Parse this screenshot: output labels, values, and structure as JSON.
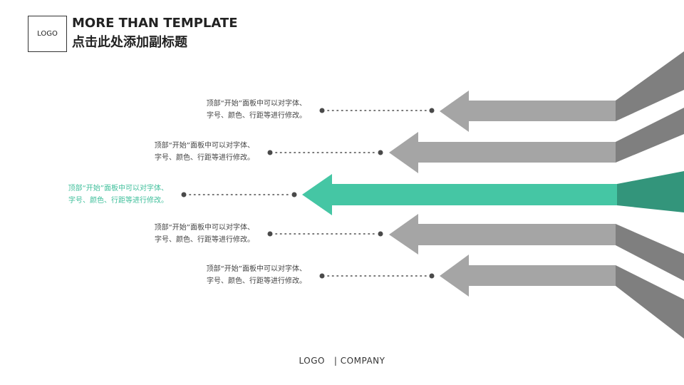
{
  "header": {
    "logo": "LOGO",
    "title": "MORE THAN TEMPLATE",
    "subtitle": "点击此处添加副标题"
  },
  "items": [
    {
      "line1": "顶部“开始”面板中可以对字体、",
      "line2": "字号、颜色、行距等进行修改。",
      "highlight": false
    },
    {
      "line1": "顶部“开始”面板中可以对字体、",
      "line2": "字号、颜色、行距等进行修改。",
      "highlight": false
    },
    {
      "line1": "顶部“开始”面板中可以对字体、",
      "line2": "字号、颜色、行距等进行修改。",
      "highlight": true
    },
    {
      "line1": "顶部“开始”面板中可以对字体、",
      "line2": "字号、颜色、行距等进行修改。",
      "highlight": false
    },
    {
      "line1": "顶部“开始”面板中可以对字体、",
      "line2": "字号、颜色、行距等进行修改。",
      "highlight": false
    }
  ],
  "colors": {
    "arrow_gray": "#a5a5a5",
    "side_gray": "#7f7f7f",
    "accent": "#45c6a4",
    "accent_dark": "#33957b",
    "dot": "#4a4a4a"
  },
  "footer": {
    "logo": "LOGO",
    "separator": "|",
    "company": "COMPANY"
  }
}
